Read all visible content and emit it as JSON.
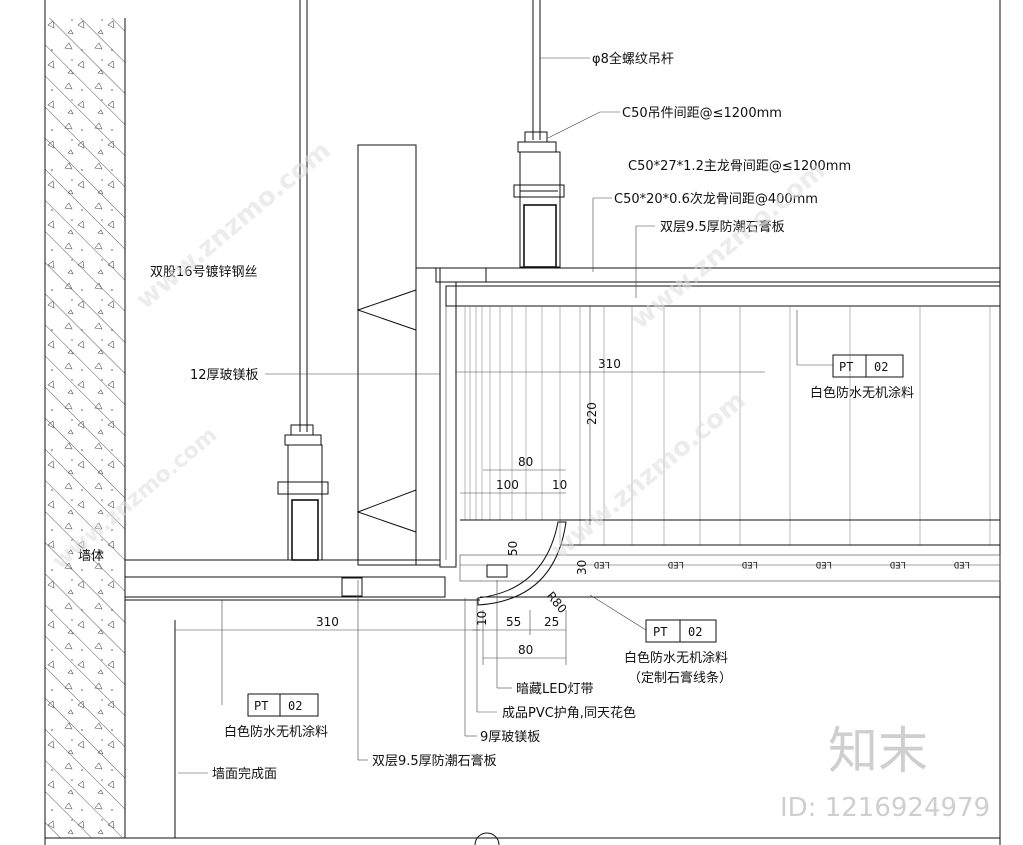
{
  "labels": {
    "rod": "φ8全螺纹吊杆",
    "hanger_spacing": "C50吊件间距@≤1200mm",
    "main_keel": "C50*27*1.2主龙骨间距@≤1200mm",
    "sub_keel": "C50*20*0.6次龙骨间距@400mm",
    "double_gypsum_top": "双层9.5厚防潮石膏板",
    "steel_wire": "双股16号镀锌钢丝",
    "mgo_12": "12厚玻镁板",
    "wall": "墙体",
    "white_paint_1": "白色防水无机涂料",
    "white_paint_2": "白色防水无机涂料",
    "custom_line": "（定制石膏线条）",
    "white_paint_3": "白色防水无机涂料",
    "led_strip": "暗藏LED灯带",
    "pvc_corner": "成品PVC护角,同天花色",
    "mgo_9": "9厚玻镁板",
    "double_gypsum_bottom": "双层9.5厚防潮石膏板",
    "wall_finish": "墙面完成面"
  },
  "tags": [
    {
      "code": "PT",
      "num": "02"
    },
    {
      "code": "PT",
      "num": "02"
    },
    {
      "code": "PT",
      "num": "02"
    }
  ],
  "dimensions": {
    "d310_top": "310",
    "d220": "220",
    "d80_top": "80",
    "d100": "100",
    "d10": "10",
    "d50": "50",
    "d30": "30",
    "r80": "R80",
    "d310_bottom": "310",
    "d10_bottom": "10",
    "d55": "55",
    "d25": "25",
    "d80_bottom": "80"
  },
  "led_text": [
    "LED",
    "LED",
    "LED",
    "LED",
    "LED",
    "LED"
  ],
  "watermark": {
    "logo": "知末",
    "id": "ID: 1216924979",
    "url": "www.znzmo.com"
  }
}
